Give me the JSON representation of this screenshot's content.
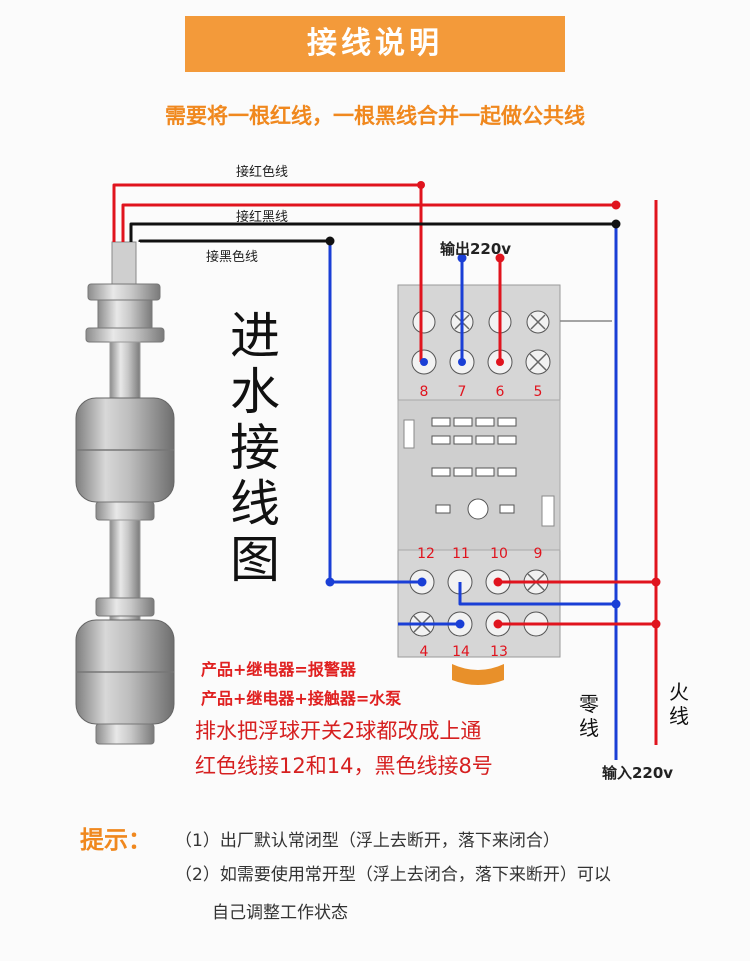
{
  "title": "接线说明",
  "subtitle": "需要将一根红线，一根黑线合并一起做公共线",
  "wire_labels": {
    "red": "接红色线",
    "red_black": "接红黑线",
    "black": "接黑色线"
  },
  "diagram_title": "进水接线图",
  "output_label": "输出220v",
  "input_label": "输入220v",
  "neutral_label": "零线",
  "live_label": "火线",
  "terminal_numbers_top": [
    "8",
    "7",
    "6",
    "5"
  ],
  "terminal_numbers_mid": [
    "12",
    "11",
    "10",
    "9"
  ],
  "terminal_numbers_bottom": [
    "4",
    "14",
    "13"
  ],
  "notes": {
    "alarm": "产品+继电器=报警器",
    "pump": "产品+继电器+接触器=水泵",
    "drain_line1": "排水把浮球开关2球都改成上通",
    "drain_line2": "红色线接12和14，黑色线接8号"
  },
  "tips": {
    "heading": "提示：",
    "item1": "（1）出厂默认常闭型（浮上去断开，落下来闭合）",
    "item2": "（2）如需要使用常开型（浮上去闭合，落下来断开）可以",
    "item2_cont": "自己调整工作状态"
  },
  "colors": {
    "accent_orange": "#f39a3a",
    "wire_red": "#e0141e",
    "wire_blue": "#1a3fd6",
    "wire_black": "#111111",
    "relay_body": "#d9d9d9"
  }
}
